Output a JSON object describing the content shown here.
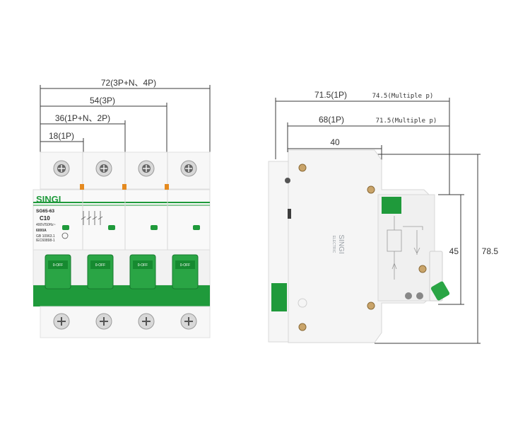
{
  "front_view": {
    "dim_4p": "72(3P+N、4P)",
    "dim_3p": "54(3P)",
    "dim_2p": "36(1P+N、2P)",
    "dim_1p": "18(1P)",
    "brand": "SINGI",
    "model": "SG65-63",
    "rating": "C10",
    "voltage": "400V/50Hz~",
    "breaking": "6000A",
    "standard_1": "GB 10963.1",
    "standard_2": "IEC60898-1",
    "handle_label": "0-OFF",
    "pole_count": 4
  },
  "side_view": {
    "depth_1p": "71.5(1P)",
    "depth_multi": "74.5(Multiple p)",
    "depth2_1p": "68(1P)",
    "depth2_multi": "71.5(Multiple p)",
    "dim_40": "40",
    "dim_height": "45",
    "dim_total_height": "78.5",
    "brand": "SINGI",
    "brand_sub": "ELECTRIC"
  },
  "colors": {
    "green": "#1f9a3b",
    "body": "#f4f4f4",
    "dim_line": "#3a3a3a"
  }
}
